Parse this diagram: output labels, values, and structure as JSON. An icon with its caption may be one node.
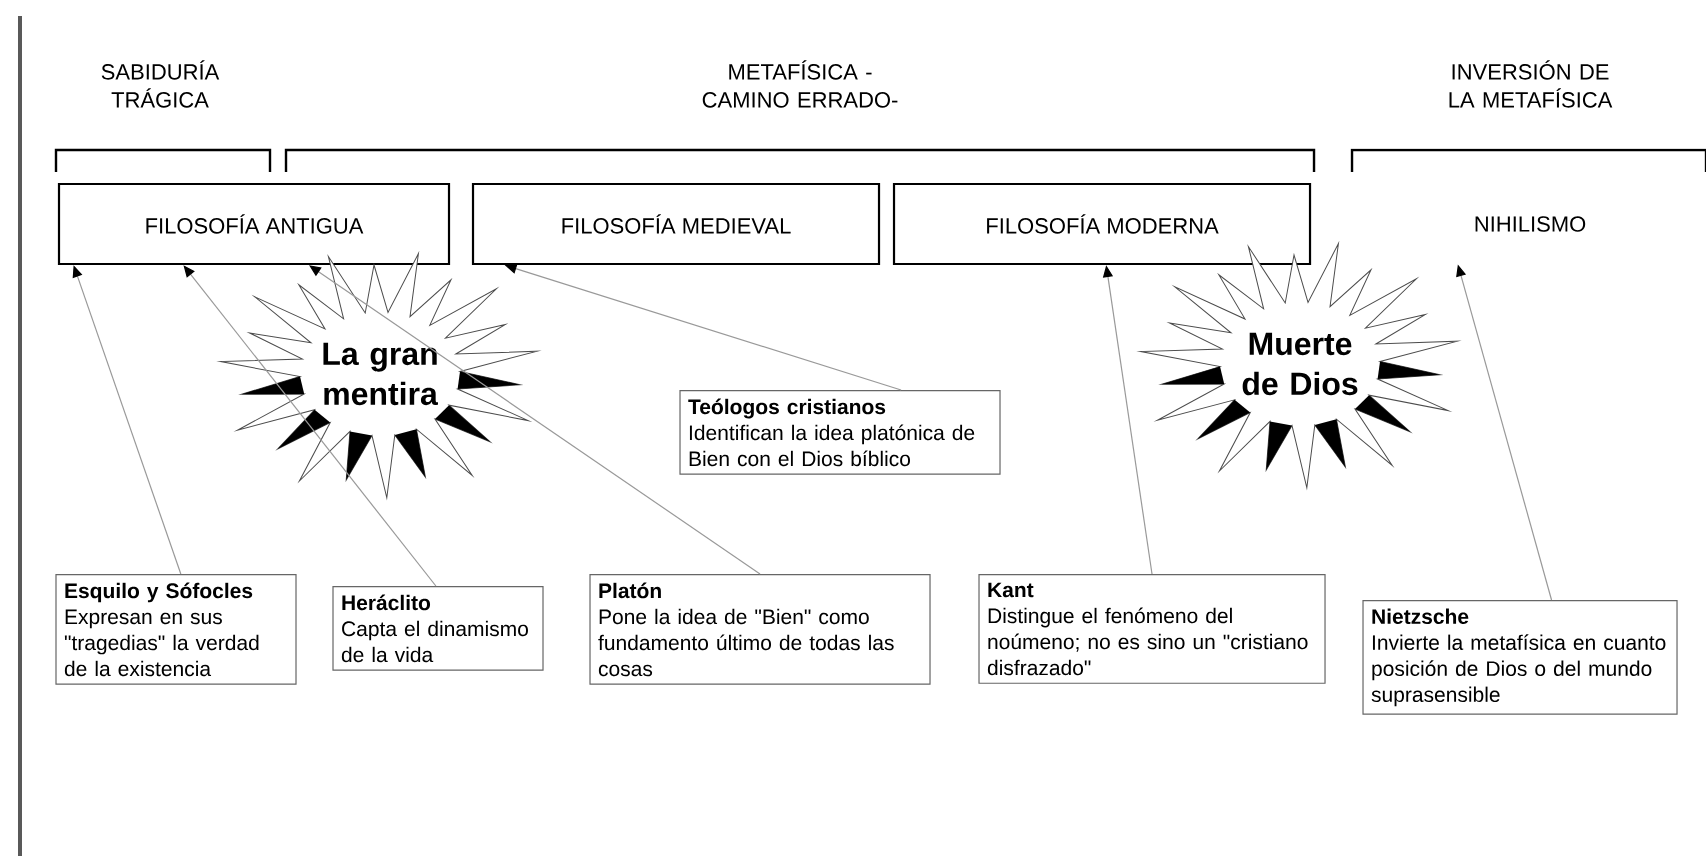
{
  "diagram": {
    "nodes": [
      {
        "text": [
          "FILOSOFÍA ANTIGUA"
        ]
      },
      {
        "text": [
          "FILOSOFÍA MEDIEVAL"
        ]
      },
      {
        "text": [
          "FILOSOFÍA MODERNA"
        ]
      },
      {
        "text": [
          "NIHILISMO"
        ]
      },
      {
        "text": [
          "La gran mentira"
        ]
      },
      {
        "text": [
          "Muerte de Dios"
        ]
      },
      {
        "text": [
          "Teólogos cristianos",
          "Identifican la idea platónica de Bien con el Dios bíblico"
        ]
      },
      {
        "text": [
          "Esquilo y Sófocles",
          "Expresan en sus \"tragedias\" la verdad de la existencia"
        ]
      },
      {
        "text": [
          "Heráclito",
          "Capta el dinamismo de la vida"
        ]
      },
      {
        "text": [
          "Platón",
          "Pone la idea de \"Bien\" como fundamento último de todas las cosas"
        ]
      },
      {
        "text": [
          "Kant",
          "Distingue el fenómeno del noúmeno; no es sino un \"cristiano disfrazado\""
        ]
      },
      {
        "text": [
          "Nietzsche",
          "Invierte la metafísica en cuanto posición de Dios o del mundo suprasensible"
        ]
      }
    ],
    "edges": [
      {
        "from": 7,
        "to": 0,
        "arrow": "to"
      },
      {
        "from": 8,
        "to": 0,
        "arrow": "to"
      },
      {
        "from": 9,
        "to": 0,
        "arrow": "to"
      },
      {
        "from": 6,
        "to": 1,
        "arrow": "to"
      },
      {
        "from": 10,
        "to": 2,
        "arrow": "to"
      },
      {
        "from": 11,
        "to": 3,
        "arrow": "to"
      }
    ],
    "labels": [
      "SABIDURÍA TRÁGICA",
      "METAFÍSICA -CAMINO ERRADO-",
      "INVERSIÓN DE LA METAFÍSICA"
    ]
  }
}
